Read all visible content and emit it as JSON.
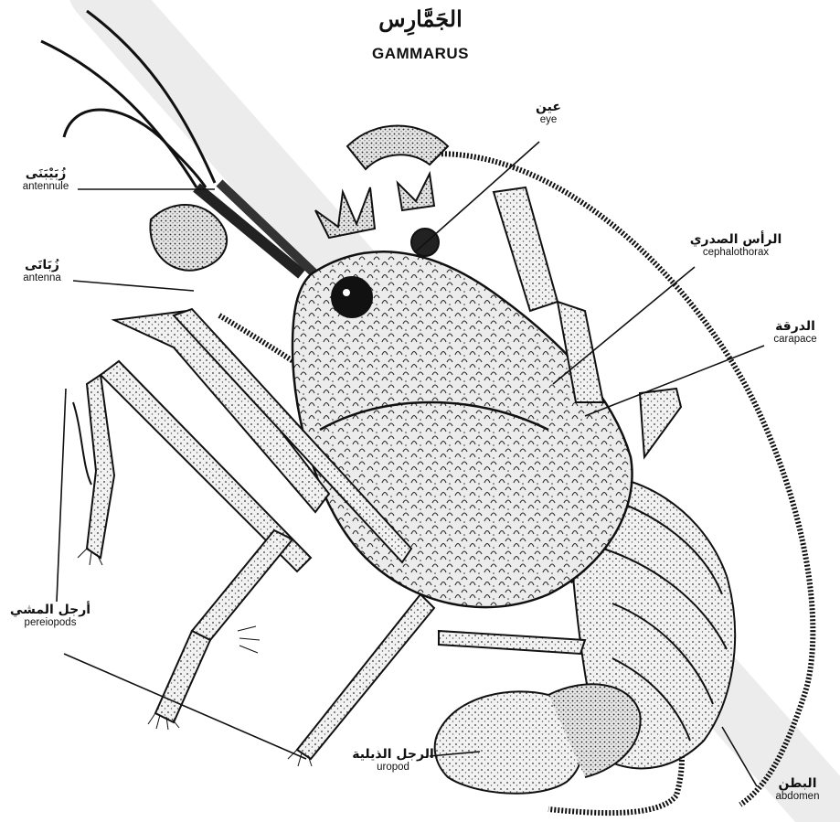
{
  "title": {
    "arabic": "الجَمَّارِس",
    "english": "GAMMARUS"
  },
  "labels": {
    "eye": {
      "arabic": "عين",
      "english": "eye"
    },
    "antennule": {
      "arabic": "زُبَيْبَنَى",
      "english": "antennule"
    },
    "antenna": {
      "arabic": "زُبَانَى",
      "english": "antenna"
    },
    "cephalothorax": {
      "arabic": "الرأس الصدري",
      "english": "cephalothorax"
    },
    "carapace": {
      "arabic": "الدرقة",
      "english": "carapace"
    },
    "pereiopods": {
      "arabic": "أرجل المشي",
      "english": "pereiopods"
    },
    "uropod": {
      "arabic": "الرجل الذيلية",
      "english": "uropod"
    },
    "abdomen": {
      "arabic": "البطن",
      "english": "abdomen"
    }
  },
  "colors": {
    "ink": "#111111",
    "body_fill": "#d9d9d9",
    "watermark": "#e8e8e8"
  }
}
